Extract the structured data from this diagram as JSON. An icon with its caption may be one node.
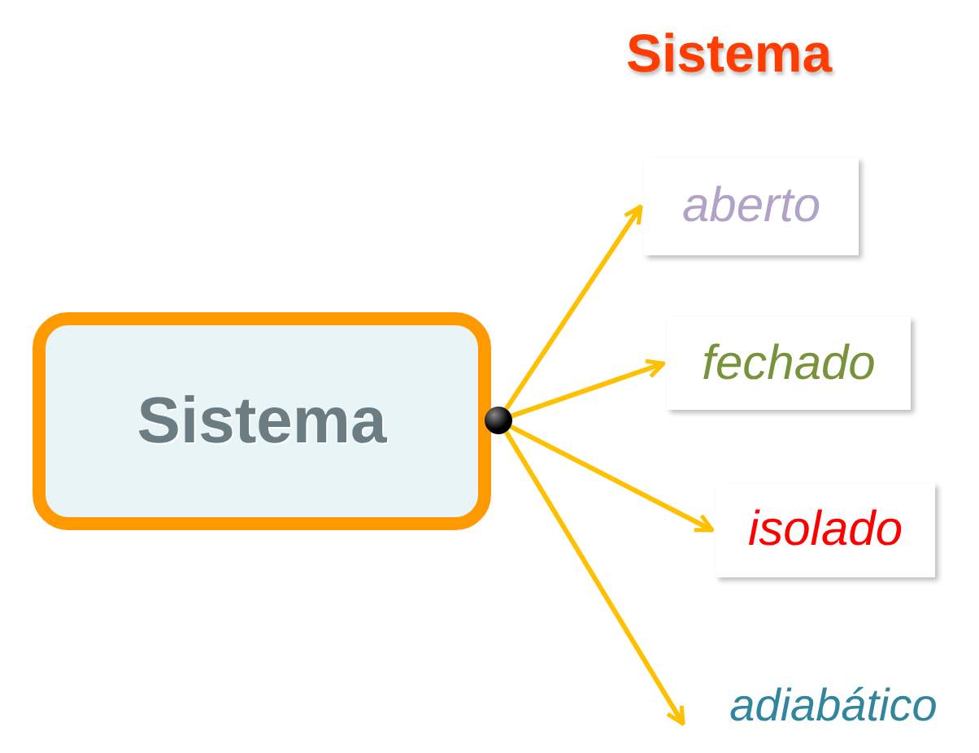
{
  "diagram": {
    "title": "Sistema",
    "nodes": [
      {
        "text": [
          "Sistema"
        ]
      },
      {
        "text": [],
        "shape": "circle"
      },
      {
        "text": [
          "aberto"
        ]
      },
      {
        "text": [
          "fechado"
        ]
      },
      {
        "text": [
          "isolado"
        ]
      },
      {
        "text": [
          "adiabático"
        ]
      }
    ],
    "edges": [
      {
        "from": 1,
        "to": 2,
        "arrow": "to"
      },
      {
        "from": 1,
        "to": 3,
        "arrow": "to"
      },
      {
        "from": 1,
        "to": 4,
        "arrow": "to"
      },
      {
        "from": 1,
        "to": 5,
        "arrow": "to"
      }
    ]
  }
}
